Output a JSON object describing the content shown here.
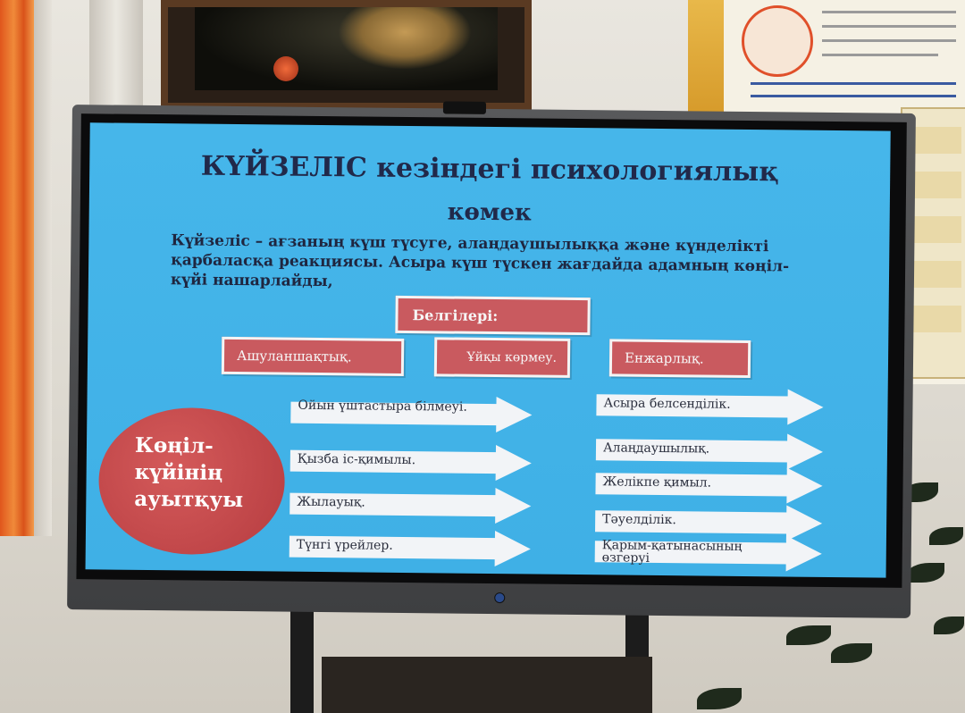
{
  "slide": {
    "title_line1": "КҮЙЗЕЛІС кезіндегі психологиялық",
    "title_line2": "көмек",
    "intro": "Күйзеліс – ағзаның күш түсуге, алаңдаушылыққа және күнделікті қарбаласқа реакциясы. Асыра күш түскен жағдайда адамның көңіл-күйі нашарлайды,",
    "signs_label": "Белгілері:",
    "signs": [
      "Ашуланшақтық.",
      "Ұйқы көрмеу.",
      "Енжарлық."
    ],
    "circle_label": "Көңіл-күйінің ауытқуы",
    "left_arrows": [
      "Ойын үштастыра білмеуі.",
      "Қызба іс-қимылы.",
      "Жылауық.",
      "Түнгі үрейлер."
    ],
    "right_arrows": [
      "Асыра белсенділік.",
      "Алаңдаушылық.",
      "Желікпе қимыл.",
      "Тәуелділік.",
      "Қарым-қатынасының өзгеруі"
    ]
  },
  "colors": {
    "screen_bg": "#42b3e8",
    "box_red": "#c95a5f",
    "circle_red": "#c04448",
    "arrow_white": "#f2f4f7",
    "title_navy": "#21294a"
  }
}
